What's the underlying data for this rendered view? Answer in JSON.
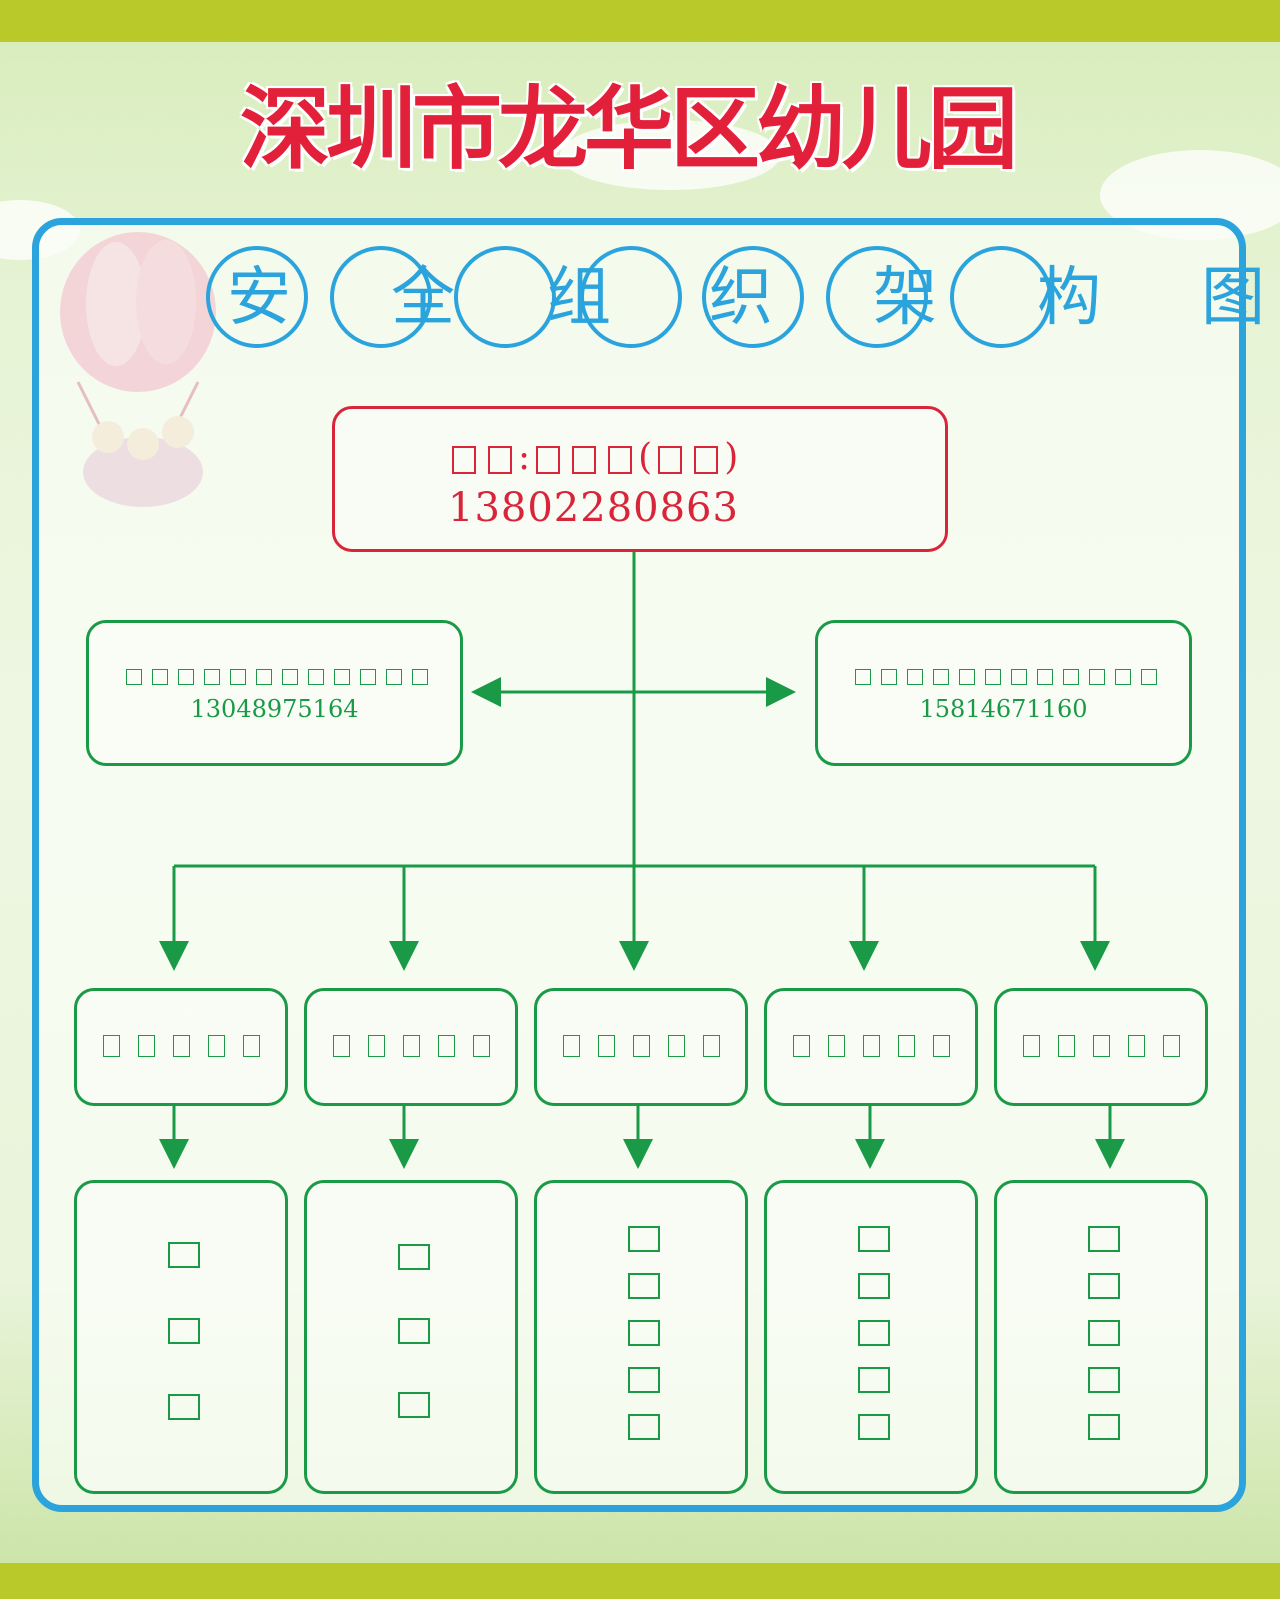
{
  "title": "深圳市龙华区幼儿园",
  "subtitle": [
    "安",
    "全",
    "组",
    "织",
    "架",
    "构",
    "图"
  ],
  "top_box": {
    "line1_suffix_colon": ":",
    "line1_paren_open": "(",
    "line1_paren_close": ")",
    "phone": "13802280863"
  },
  "left_box": {
    "phone": "13048975164"
  },
  "right_box": {
    "phone": "15814671160"
  },
  "colors": {
    "title": "#e3203a",
    "frame": "#2ba3dd",
    "lines": "#1a9a46",
    "top_box": "#d9253a"
  },
  "icons": [
    "hot-air-balloon-icon",
    "cloud-icon"
  ]
}
